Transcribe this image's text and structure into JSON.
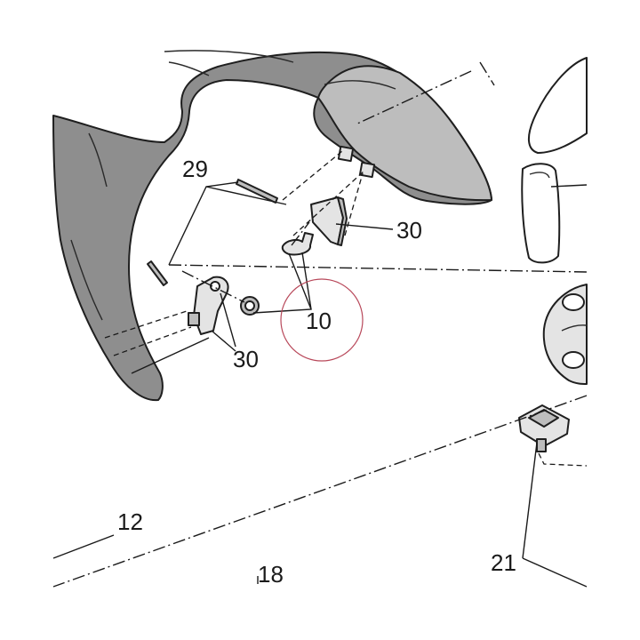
{
  "diagram": {
    "callouts": {
      "c29": "29",
      "c30_upper": "30",
      "c30_lower": "30",
      "c10": "10",
      "c12": "12",
      "c18": "18",
      "c21": "21"
    },
    "colors": {
      "fender": "#8e8e8e",
      "highlight_circle": "#b8485a"
    }
  }
}
